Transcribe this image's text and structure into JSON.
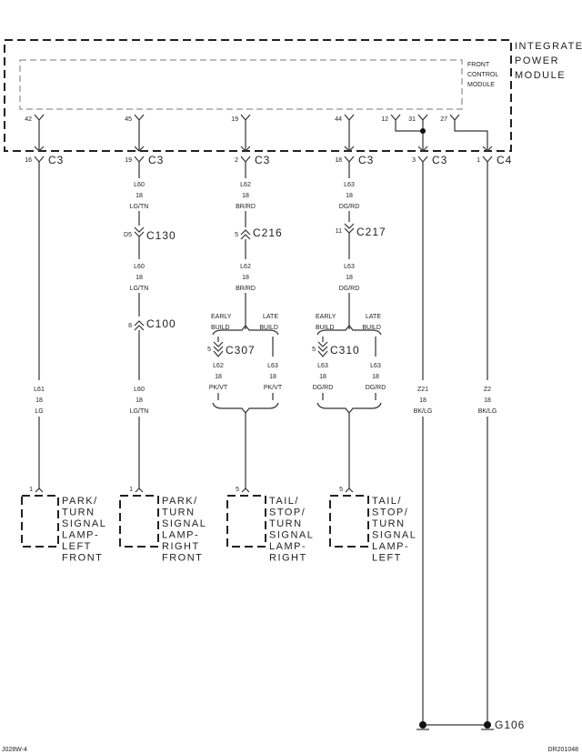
{
  "module": {
    "title_lines": [
      "INTEGRATED",
      "POWER",
      "MODULE"
    ],
    "sub_lines": [
      "FRONT",
      "CONTROL",
      "MODULE"
    ]
  },
  "module_pins": [
    "42",
    "45",
    "19",
    "44",
    "12",
    "31",
    "27"
  ],
  "c_connectors": [
    {
      "pin": "16",
      "name": "C3"
    },
    {
      "pin": "19",
      "name": "C3"
    },
    {
      "pin": "2",
      "name": "C3"
    },
    {
      "pin": "18",
      "name": "C3"
    },
    {
      "pin": "3",
      "name": "C3"
    },
    {
      "pin": "1",
      "name": "C4"
    }
  ],
  "wires": {
    "w1": [
      "L61",
      "18",
      "LG"
    ],
    "w2a": [
      "L60",
      "18",
      "LG/TN"
    ],
    "w2b": [
      "L60",
      "18",
      "LG/TN"
    ],
    "w2c": [
      "L60",
      "18",
      "LG/TN"
    ],
    "w3a": [
      "L62",
      "18",
      "BR/RD"
    ],
    "w3b": [
      "L62",
      "18",
      "BR/RD"
    ],
    "w3l": [
      "L62",
      "18",
      "PK/VT"
    ],
    "w3r": [
      "L63",
      "18",
      "PK/VT"
    ],
    "w4a": [
      "L63",
      "18",
      "DG/RD"
    ],
    "w4b": [
      "L63",
      "18",
      "DG/RD"
    ],
    "w4l": [
      "L63",
      "18",
      "DG/RD"
    ],
    "w4r": [
      "L63",
      "18",
      "DG/RD"
    ],
    "w5": [
      "Z21",
      "18",
      "BK/LG"
    ],
    "w6": [
      "Z2",
      "18",
      "BK/LG"
    ]
  },
  "inline": {
    "c130": {
      "pin": "D5",
      "name": "C130"
    },
    "c100": {
      "pin": "8",
      "name": "C100"
    },
    "c216": {
      "pin": "5",
      "name": "C216"
    },
    "c217": {
      "pin": "11",
      "name": "C217"
    },
    "c307": {
      "pin": "5",
      "name": "C307"
    },
    "c310": {
      "pin": "5",
      "name": "C310"
    }
  },
  "build": {
    "early": [
      "EARLY",
      "BUILD"
    ],
    "late": [
      "LATE",
      "BUILD"
    ]
  },
  "lamps": [
    {
      "pin": "1",
      "lines": [
        "PARK/",
        "TURN",
        "SIGNAL",
        "LAMP-",
        "LEFT",
        "FRONT"
      ]
    },
    {
      "pin": "1",
      "lines": [
        "PARK/",
        "TURN",
        "SIGNAL",
        "LAMP-",
        "RIGHT",
        "FRONT"
      ]
    },
    {
      "pin": "5",
      "lines": [
        "TAIL/",
        "STOP/",
        "TURN",
        "SIGNAL",
        "LAMP-",
        "RIGHT"
      ]
    },
    {
      "pin": "5",
      "lines": [
        "TAIL/",
        "STOP/",
        "TURN",
        "SIGNAL",
        "LAMP-",
        "LEFT"
      ]
    }
  ],
  "ground": "G106",
  "footer": {
    "left": "J028W-4",
    "right": "DR201048"
  }
}
